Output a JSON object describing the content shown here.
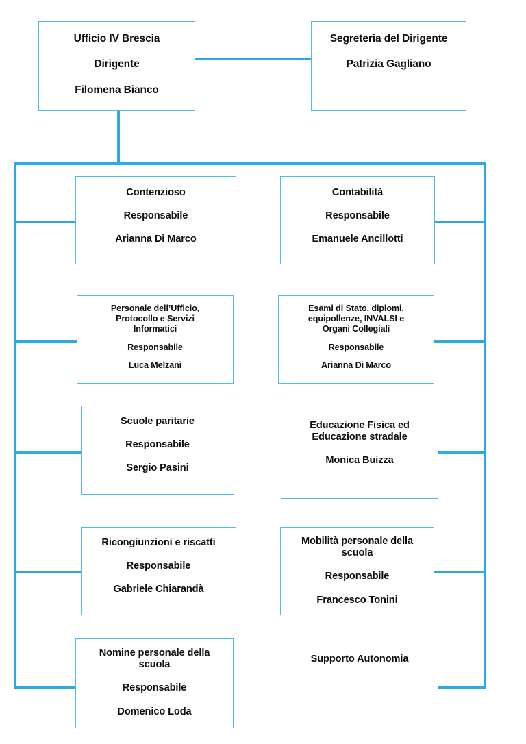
{
  "chart_data": {
    "type": "diagram",
    "title": "Organigramma Ufficio IV Brescia",
    "diagram_kind": "organizational-chart",
    "orientation": "top-down, two-column",
    "colors": {
      "connector": "#2BA9E0",
      "box_border": "#4FB9E3",
      "background": "#FFFFFF",
      "text": "#0D0D0D"
    }
  },
  "top": {
    "director": {
      "name": "director-box",
      "lines": [
        "Ufficio IV Brescia",
        "Dirigente",
        "Filomena Bianco"
      ]
    },
    "secretary": {
      "name": "secretary-box",
      "lines": [
        "Segreteria del Dirigente",
        "Patrizia Gagliano"
      ]
    }
  },
  "units": {
    "left": [
      {
        "id": "contenzioso",
        "title": [
          "Contenzioso"
        ],
        "role": "Responsabile",
        "person": "Arianna Di Marco"
      },
      {
        "id": "personale-ufficio",
        "title": [
          "Personale dell’Ufficio,",
          "Protocollo e Servizi",
          "Informatici"
        ],
        "role": "Responsabile",
        "person": "Luca Melzani"
      },
      {
        "id": "scuole-paritarie",
        "title": [
          "Scuole paritarie"
        ],
        "role": "Responsabile",
        "person": "Sergio Pasini"
      },
      {
        "id": "ricongiunzioni",
        "title": [
          "Ricongiunzioni e riscatti"
        ],
        "role": "Responsabile",
        "person": "Gabriele Chiarandà"
      },
      {
        "id": "nomine-personale",
        "title": [
          "Nomine personale della",
          "scuola"
        ],
        "role": "Responsabile",
        "person": "Domenico Loda"
      }
    ],
    "right": [
      {
        "id": "contabilita",
        "title": [
          "Contabilità"
        ],
        "role": "Responsabile",
        "person": "Emanuele Ancillotti"
      },
      {
        "id": "esami-di-stato",
        "title": [
          "Esami di Stato, diplomi,",
          "equipollenze, INVALSI e",
          "Organi Collegiali"
        ],
        "role": "Responsabile",
        "person": "Arianna Di Marco"
      },
      {
        "id": "educazione-fisica",
        "title": [
          "Educazione Fisica ed",
          "Educazione stradale"
        ],
        "role": "",
        "person": "Monica Buizza"
      },
      {
        "id": "mobilita-personale",
        "title": [
          "Mobilità personale della",
          "scuola"
        ],
        "role": "Responsabile",
        "person": "Francesco Tonini"
      },
      {
        "id": "supporto-autonomia",
        "title": [
          "Supporto Autonomia"
        ],
        "role": "",
        "person": ""
      }
    ]
  }
}
